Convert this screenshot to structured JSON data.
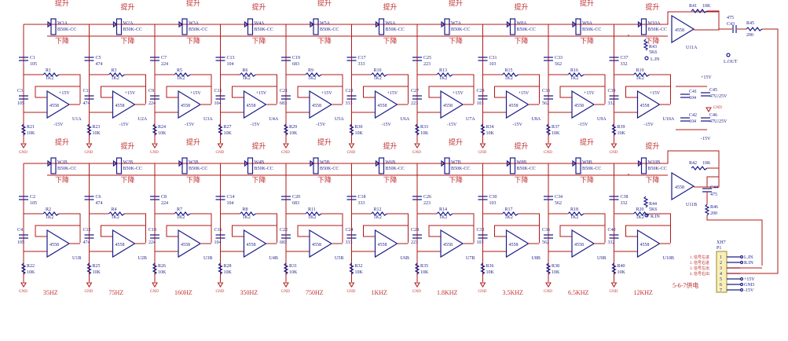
{
  "labels": {
    "boost": "提升",
    "cut": "下降",
    "pot_type": "B50K-CC",
    "vplus": "+15V",
    "vminus": "-15V",
    "gnd": "GND",
    "opamp": "4558",
    "power_note": "5-6-7供电"
  },
  "channel_a": [
    {
      "pot": "W1A",
      "c1": "C1",
      "c1v": "105",
      "r": "R1",
      "rv": "1K2",
      "c2": "C3",
      "c2v": "105",
      "rg": "R21",
      "rgv": "10K",
      "u": "U1A"
    },
    {
      "pot": "W2A",
      "c1": "C5",
      "c1v": "474",
      "r": "R3",
      "rv": "1K2",
      "c2": "C11",
      "c2v": "474",
      "rg": "R23",
      "rgv": "10K",
      "u": "U2A"
    },
    {
      "pot": "W3A",
      "c1": "C7",
      "c1v": "224",
      "r": "R5",
      "rv": "1K2",
      "c2": "C9",
      "c2v": "224",
      "rg": "R24",
      "rgv": "10K",
      "u": "U3A"
    },
    {
      "pot": "W4A",
      "c1": "C13",
      "c1v": "104",
      "r": "R6",
      "rv": "1K2",
      "c2": "C15",
      "c2v": "104",
      "rg": "R27",
      "rgv": "10K",
      "u": "U4A"
    },
    {
      "pot": "W5A",
      "c1": "C19",
      "c1v": "683",
      "r": "R9",
      "rv": "1K2",
      "c2": "C21",
      "c2v": "683",
      "rg": "R29",
      "rgv": "10K",
      "u": "U5A"
    },
    {
      "pot": "W6A",
      "c1": "C17",
      "c1v": "333",
      "r": "R10",
      "rv": "1K2",
      "c2": "C23",
      "c2v": "333",
      "rg": "R30",
      "rgv": "10K",
      "u": "U6A"
    },
    {
      "pot": "W7A",
      "c1": "C25",
      "c1v": "223",
      "r": "R13",
      "rv": "1K2",
      "c2": "C27",
      "c2v": "223",
      "rg": "R33",
      "rgv": "10K",
      "u": "U7A"
    },
    {
      "pot": "W8A",
      "c1": "C31",
      "c1v": "103",
      "r": "R15",
      "rv": "1K2",
      "c2": "C29",
      "c2v": "103",
      "rg": "R34",
      "rgv": "10K",
      "u": "U8A"
    },
    {
      "pot": "W9A",
      "c1": "C33",
      "c1v": "562",
      "r": "R16",
      "rv": "1K2",
      "c2": "C35",
      "c2v": "562",
      "rg": "R37",
      "rgv": "10K",
      "u": "U9A"
    },
    {
      "pot": "W10A",
      "c1": "C37",
      "c1v": "332",
      "r": "R19",
      "rv": "1K2",
      "c2": "C39",
      "c2v": "332",
      "rg": "R39",
      "rgv": "10K",
      "u": "U10A"
    }
  ],
  "channel_b": [
    {
      "pot": "W1B",
      "c1": "C2",
      "c1v": "105",
      "r": "R2",
      "rv": "1K2",
      "c2": "C4",
      "c2v": "105",
      "rg": "R22",
      "rgv": "10K",
      "u": "U1B",
      "freq": "35HZ"
    },
    {
      "pot": "W2B",
      "c1": "C6",
      "c1v": "474",
      "r": "R4",
      "rv": "1K2",
      "c2": "C12",
      "c2v": "474",
      "rg": "R25",
      "rgv": "10K",
      "u": "U2B",
      "freq": "75HZ"
    },
    {
      "pot": "W3B",
      "c1": "C8",
      "c1v": "224",
      "r": "R7",
      "rv": "1K2",
      "c2": "C10",
      "c2v": "224",
      "rg": "R26",
      "rgv": "10K",
      "u": "U3B",
      "freq": "160HZ"
    },
    {
      "pot": "W4B",
      "c1": "C14",
      "c1v": "104",
      "r": "R8",
      "rv": "1K2",
      "c2": "C16",
      "c2v": "104",
      "rg": "R28",
      "rgv": "10K",
      "u": "U4B",
      "freq": "350HZ"
    },
    {
      "pot": "W5B",
      "c1": "C20",
      "c1v": "683",
      "r": "R11",
      "rv": "1K2",
      "c2": "C22",
      "c2v": "683",
      "rg": "R31",
      "rgv": "10K",
      "u": "U5B",
      "freq": "750HZ"
    },
    {
      "pot": "W6B",
      "c1": "C18",
      "c1v": "333",
      "r": "R12",
      "rv": "1K2",
      "c2": "C24",
      "c2v": "333",
      "rg": "R32",
      "rgv": "10K",
      "u": "U6B",
      "freq": "1KHZ"
    },
    {
      "pot": "W7B",
      "c1": "C26",
      "c1v": "223",
      "r": "R14",
      "rv": "1K2",
      "c2": "C28",
      "c2v": "223",
      "rg": "R35",
      "rgv": "10K",
      "u": "U7B",
      "freq": "1.8KHZ"
    },
    {
      "pot": "W8B",
      "c1": "C30",
      "c1v": "103",
      "r": "R17",
      "rv": "1K2",
      "c2": "C32",
      "c2v": "103",
      "rg": "R36",
      "rgv": "10K",
      "u": "U8B",
      "freq": "3.5KHZ"
    },
    {
      "pot": "W9B",
      "c1": "C34",
      "c1v": "562",
      "r": "R18",
      "rv": "1K2",
      "c2": "C36",
      "c2v": "562",
      "rg": "R38",
      "rgv": "10K",
      "u": "U9B",
      "freq": "6.5KHZ"
    },
    {
      "pot": "W10B",
      "c1": "C38",
      "c1v": "332",
      "r": "R20",
      "rv": "1K2",
      "c2": "C40",
      "c2v": "332",
      "rg": "R40",
      "rgv": "10K",
      "u": "U10B",
      "freq": "12KHZ"
    }
  ],
  "output_a": {
    "rf": "R41",
    "rfv": "10K",
    "u": "U11A",
    "c": "C43",
    "cv": "475",
    "ro": "R45",
    "rov": "200",
    "rin": "R43",
    "rinv": "5K6",
    "in": "L.IN",
    "out": "L.OUT"
  },
  "output_b": {
    "rf": "R42",
    "rfv": "10K",
    "u": "U11B",
    "c": "C44",
    "cv": "475",
    "ro": "R46",
    "rov": "200",
    "rin": "R44",
    "rinv": "5K6",
    "in": "R.IN"
  },
  "decoupling": [
    {
      "name": "C41",
      "value": "104"
    },
    {
      "name": "C42",
      "value": "104"
    },
    {
      "name": "C45",
      "value": "47U/25V"
    },
    {
      "name": "C46",
      "value": "47U/25V"
    }
  ],
  "connector": {
    "name": "P1",
    "type": "XH7",
    "pins": [
      {
        "num": "1",
        "desc": "1. 信号左进",
        "net": "L.IN"
      },
      {
        "num": "2",
        "desc": "2. 信号右进",
        "net": "R.IN"
      },
      {
        "num": "3",
        "desc": "3. 信号左出",
        "net": ""
      },
      {
        "num": "4",
        "desc": "4. 信号右出",
        "net": ""
      },
      {
        "num": "5",
        "desc": "",
        "net": "+15V"
      },
      {
        "num": "6",
        "desc": "",
        "net": "GND"
      },
      {
        "num": "7",
        "desc": "",
        "net": "-15V"
      }
    ]
  }
}
